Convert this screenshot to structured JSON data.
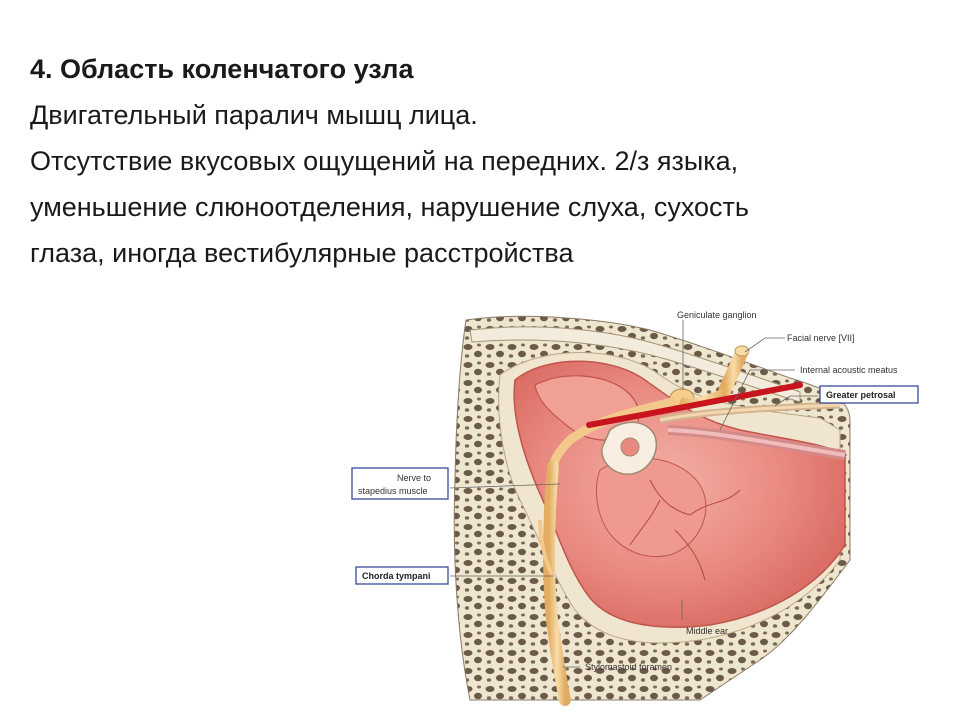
{
  "slide": {
    "title": "4. Область коленчатого узла",
    "lines": [
      "Двигательный паралич мышц лица.",
      "Отсутствие вкусовых ощущений на передних. 2/з языка,",
      "уменьшение слюноотделения, нарушение слуха, сухость",
      "глаза, иногда вестибулярные расстройства"
    ]
  },
  "figure": {
    "labels": {
      "geniculate_ganglion": "Geniculate ganglion",
      "facial_nerve": "Facial nerve [VII]",
      "internal_acoustic_meatus": "Internal acoustic meatus",
      "greater_petrosal": "Greater petrosal",
      "nerve_to_stapedius_line1": "Nerve to",
      "nerve_to_stapedius_line2": "stapedius muscle",
      "chorda_tympani": "Chorda tympani",
      "middle_ear": "Middle ear",
      "stylomastoid_foramen": "Stylomastoid foramen"
    },
    "colors": {
      "lesion_line": "#c8141c",
      "label_box_border": "#3a4a9a",
      "nerve": "#f2c98a",
      "mucosa": "#e98a80",
      "bone": "#ece1c9"
    }
  }
}
